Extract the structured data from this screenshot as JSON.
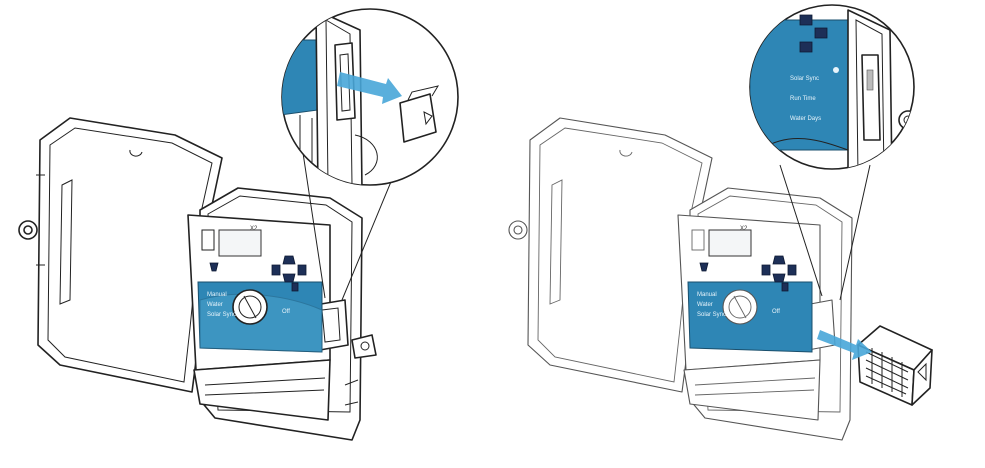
{
  "left_figure": {
    "model_label": "X2",
    "dial_labels": [
      "Manual",
      "Water",
      "Solar Sync",
      "Off"
    ]
  },
  "right_figure": {
    "model_label": "X2",
    "dial_labels": [
      "Manual",
      "Water",
      "Solar Sync",
      "Off"
    ],
    "zoom_labels": [
      "Solar Sync",
      "Run Time",
      "Water Days"
    ]
  },
  "colors": {
    "panel": "#2e86b5",
    "keys": "#1d2f57",
    "arrow": "#48a6d8"
  }
}
